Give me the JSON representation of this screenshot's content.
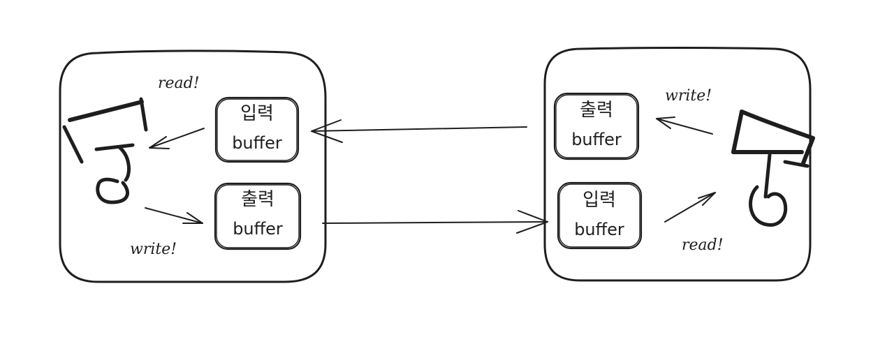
{
  "left_node": {
    "input_buffer": {
      "line1": "입력",
      "line2": "buffer"
    },
    "output_buffer": {
      "line1": "출력",
      "line2": "buffer"
    },
    "read_note": "read!",
    "write_note": "write!"
  },
  "right_node": {
    "output_buffer": {
      "line1": "출력",
      "line2": "buffer"
    },
    "input_buffer": {
      "line1": "입력",
      "line2": "buffer"
    },
    "write_note": "write!",
    "read_note": "read!"
  },
  "colors": {
    "stroke": "#1e1e1e",
    "background": "#ffffff"
  },
  "icons": {
    "left_process": "tilted-cup-icon",
    "right_process": "tilted-cup-icon"
  }
}
